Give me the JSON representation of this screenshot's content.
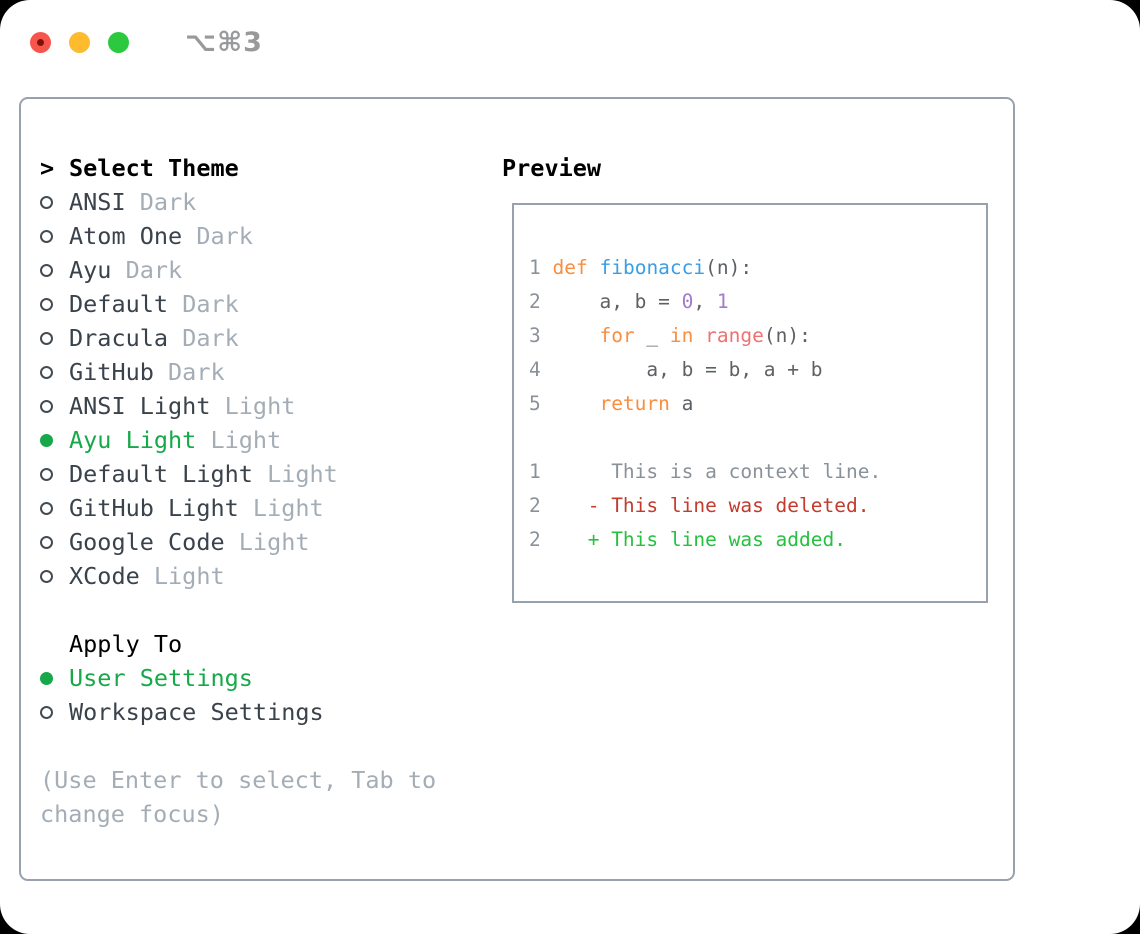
{
  "window": {
    "shortcut_label": "⌥⌘3",
    "traffic_lights": [
      "close",
      "minimize",
      "zoom"
    ]
  },
  "theme_picker": {
    "header": {
      "prompt": ">",
      "label": "Select Theme"
    },
    "themes": [
      {
        "name": "ANSI",
        "variant": "Dark",
        "selected": false
      },
      {
        "name": "Atom One",
        "variant": "Dark",
        "selected": false
      },
      {
        "name": "Ayu",
        "variant": "Dark",
        "selected": false
      },
      {
        "name": "Default",
        "variant": "Dark",
        "selected": false
      },
      {
        "name": "Dracula",
        "variant": "Dark",
        "selected": false
      },
      {
        "name": "GitHub",
        "variant": "Dark",
        "selected": false
      },
      {
        "name": "ANSI Light",
        "variant": "Light",
        "selected": false
      },
      {
        "name": "Ayu Light",
        "variant": "Light",
        "selected": true
      },
      {
        "name": "Default Light",
        "variant": "Light",
        "selected": false
      },
      {
        "name": "GitHub Light",
        "variant": "Light",
        "selected": false
      },
      {
        "name": "Google Code",
        "variant": "Light",
        "selected": false
      },
      {
        "name": "XCode",
        "variant": "Light",
        "selected": false
      }
    ],
    "apply_to": {
      "label": "Apply To",
      "options": [
        {
          "name": "User Settings",
          "selected": true
        },
        {
          "name": "Workspace Settings",
          "selected": false
        }
      ]
    },
    "help_text": "(Use Enter to select, Tab to change focus)"
  },
  "preview": {
    "label": "Preview",
    "lines": [
      {
        "num": "1",
        "segments": [
          {
            "c": "def",
            "t": " "
          },
          {
            "c": "kw",
            "t": "def"
          },
          {
            "c": "def",
            "t": " "
          },
          {
            "c": "fn",
            "t": "fibonacci"
          },
          {
            "c": "def",
            "t": "(n):"
          }
        ]
      },
      {
        "num": "2",
        "segments": [
          {
            "c": "def",
            "t": "     a, b = "
          },
          {
            "c": "num",
            "t": "0"
          },
          {
            "c": "def",
            "t": ", "
          },
          {
            "c": "num",
            "t": "1"
          }
        ]
      },
      {
        "num": "3",
        "segments": [
          {
            "c": "def",
            "t": "     "
          },
          {
            "c": "kw",
            "t": "for"
          },
          {
            "c": "def",
            "t": " _ "
          },
          {
            "c": "kw",
            "t": "in"
          },
          {
            "c": "def",
            "t": " "
          },
          {
            "c": "call",
            "t": "range"
          },
          {
            "c": "def",
            "t": "(n):"
          }
        ]
      },
      {
        "num": "4",
        "segments": [
          {
            "c": "def",
            "t": "         a, b = b, a + b"
          }
        ]
      },
      {
        "num": "5",
        "segments": [
          {
            "c": "def",
            "t": "     "
          },
          {
            "c": "kw",
            "t": "return"
          },
          {
            "c": "def",
            "t": " a"
          }
        ]
      },
      {
        "num": "",
        "segments": []
      },
      {
        "num": "1",
        "segments": [
          {
            "c": "ctx",
            "t": "      This is a context line."
          }
        ]
      },
      {
        "num": "2",
        "segments": [
          {
            "c": "del",
            "t": "    - This line was deleted."
          }
        ]
      },
      {
        "num": "2",
        "segments": [
          {
            "c": "add",
            "t": "    + This line was added."
          }
        ]
      }
    ]
  },
  "colors": {
    "accent_green": "#17a84a",
    "traffic_red": "#f6554e",
    "traffic_yellow": "#fdbb2d",
    "traffic_green": "#2bc840",
    "text_primary": "#3a424b",
    "text_muted": "#a4adb6",
    "panel_border": "#98a2ae",
    "line_number": "#8a9199",
    "syntax_keyword": "#fa8d3e",
    "syntax_function": "#399ee6",
    "syntax_number": "#a37acc",
    "syntax_call": "#f07171",
    "syntax_default": "#5c6166",
    "diff_context": "#8a9199",
    "diff_deleted": "#c33b2c",
    "diff_added": "#25c13f"
  }
}
